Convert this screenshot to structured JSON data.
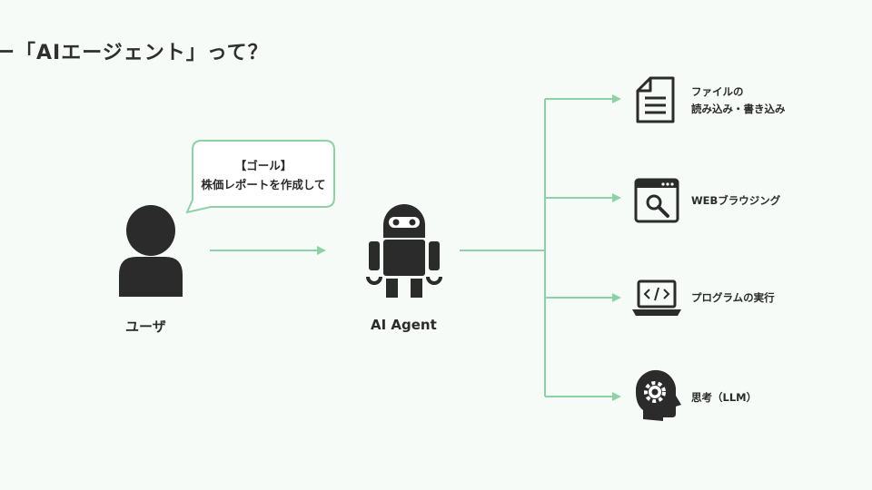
{
  "title": "ー「AIエージェント」って？",
  "bubble": {
    "line1": "【ゴール】",
    "line2": "株価レポートを作成して"
  },
  "user": {
    "label": "ユーザ",
    "icon": "user-icon"
  },
  "agent": {
    "label": "AI Agent",
    "icon": "robot-icon"
  },
  "tools": [
    {
      "line1": "ファイルの",
      "line2": "読み込み・書き込み",
      "icon": "document-icon"
    },
    {
      "line1": "WEBブラウジング",
      "icon": "browser-search-icon"
    },
    {
      "line1": "プログラムの実行",
      "icon": "laptop-code-icon"
    },
    {
      "line1": "思考（LLM）",
      "icon": "head-gear-icon"
    }
  ],
  "colors": {
    "background": "#f6fbf7",
    "accent": "#8fd1a6",
    "icon": "#2b2b2b"
  }
}
